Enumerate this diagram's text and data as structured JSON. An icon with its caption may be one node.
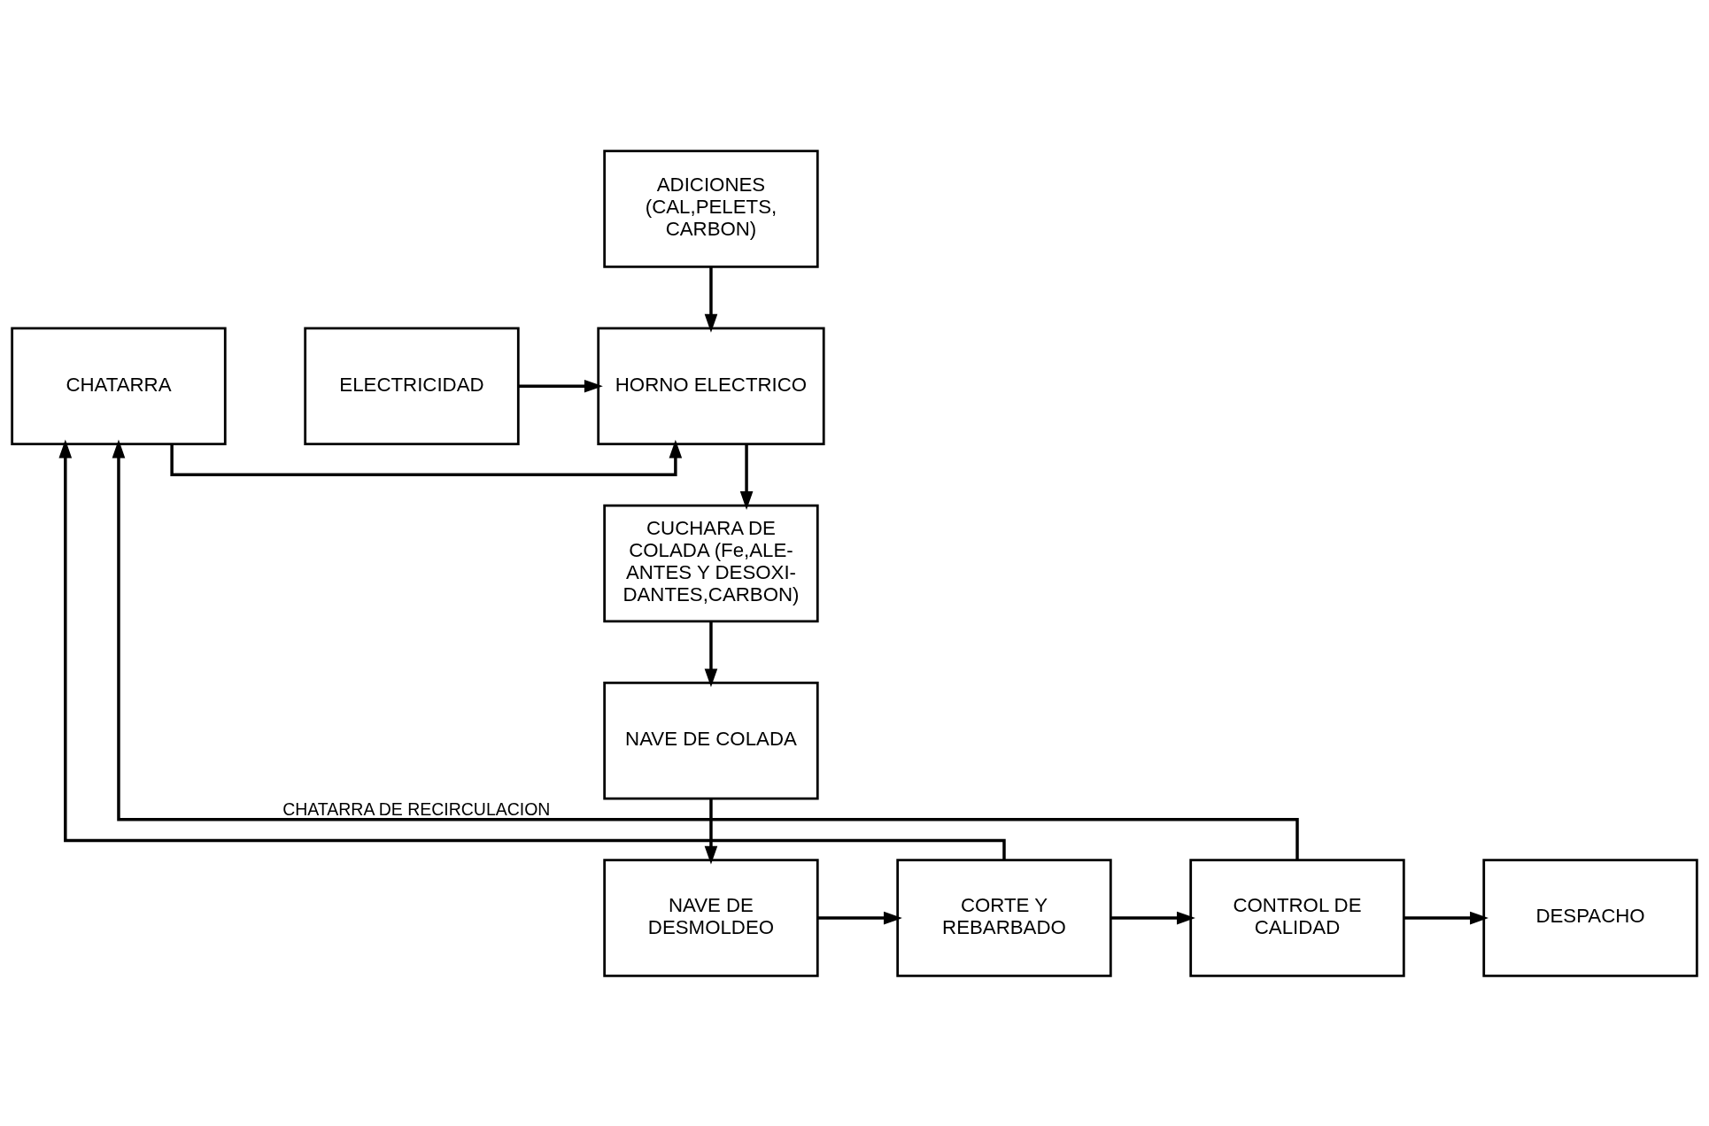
{
  "diagram": {
    "nodes": [
      {
        "text": [
          "ADICIONES (CAL,PELETS, CARBON)"
        ]
      },
      {
        "text": [
          "ELECTRICIDAD"
        ]
      },
      {
        "text": [
          "HORNO ELECTRICO"
        ]
      },
      {
        "text": [
          "CHATARRA"
        ]
      },
      {
        "text": [
          "CUCHARA DE COLADA (Fe,ALE- ANTES Y DESOXI- DANTES,CARBON)"
        ]
      },
      {
        "text": [
          "NAVE DE COLADA"
        ]
      },
      {
        "text": [
          "NAVE DE DESMOLDEO"
        ]
      },
      {
        "text": [
          "CORTE Y REBARBADO"
        ]
      },
      {
        "text": [
          "CONTROL DE CALIDAD"
        ]
      },
      {
        "text": [
          "DESPACHO"
        ]
      }
    ],
    "edges": [
      {
        "from": 0,
        "to": 2,
        "arrow": "to"
      },
      {
        "from": 1,
        "to": 2,
        "arrow": "to"
      },
      {
        "from": 3,
        "to": 2,
        "arrow": "to"
      },
      {
        "from": 2,
        "to": 4,
        "arrow": "to"
      },
      {
        "from": 4,
        "to": 5,
        "arrow": "to"
      },
      {
        "from": 5,
        "to": 6,
        "arrow": "to"
      },
      {
        "from": 6,
        "to": 7,
        "arrow": "to"
      },
      {
        "from": 7,
        "to": 8,
        "arrow": "to"
      },
      {
        "from": 8,
        "to": 9,
        "arrow": "to"
      },
      {
        "from": 8,
        "to": 3,
        "arrow": "to",
        "label": "CHATARRA DE RECIRCULACION"
      },
      {
        "from": 7,
        "to": 3,
        "arrow": "to"
      }
    ]
  }
}
